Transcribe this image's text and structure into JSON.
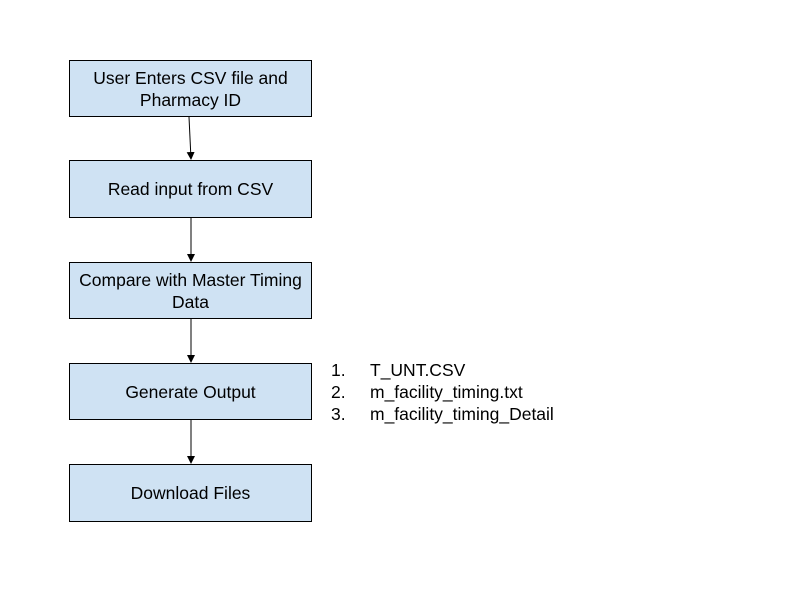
{
  "flowchart": {
    "steps": [
      {
        "label": "User Enters CSV file and Pharmacy ID"
      },
      {
        "label": "Read input from CSV"
      },
      {
        "label": "Compare with Master Timing Data"
      },
      {
        "label": "Generate Output"
      },
      {
        "label": "Download Files"
      }
    ]
  },
  "output_files": [
    {
      "number": "1.",
      "name": "T_UNT.CSV"
    },
    {
      "number": "2.",
      "name": "m_facility_timing.txt"
    },
    {
      "number": "3.",
      "name": "m_facility_timing_Detail"
    }
  ],
  "colors": {
    "box_fill": "#cfe2f3",
    "box_border": "#000000",
    "arrow": "#000000"
  }
}
